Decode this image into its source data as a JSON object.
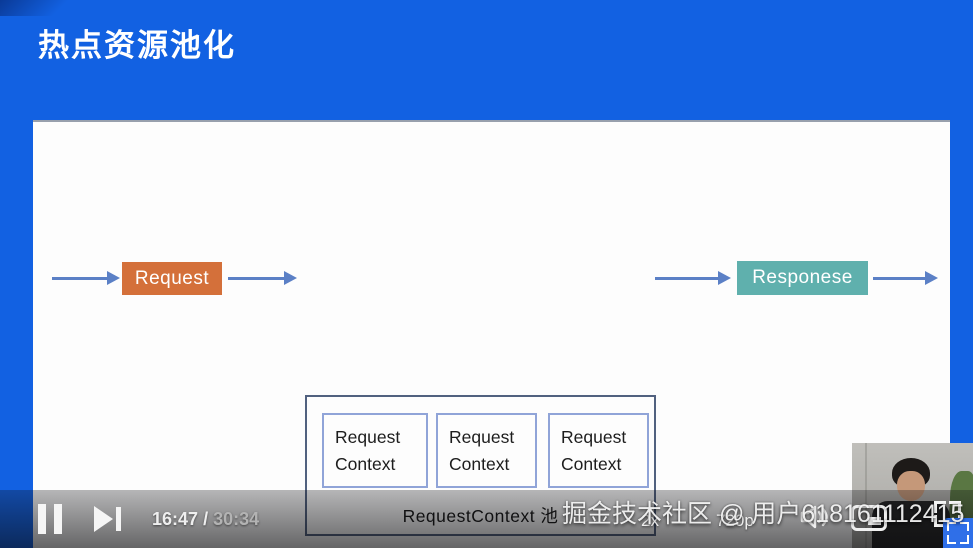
{
  "title": "热点资源池化",
  "diagram": {
    "request_label": "Request",
    "response_label": "Responese",
    "pool_items": [
      "Request Context",
      "Request Context",
      "Request Context"
    ],
    "pool_label": "RequestContext 池"
  },
  "player": {
    "current_time": "16:47",
    "time_separator": "/",
    "duration": "30:34",
    "speed": "2x",
    "quality": "720p"
  },
  "watermark": "掘金技术社区 @ 用户618161112415",
  "icons": {
    "pause": "pause-icon",
    "next": "next-track-icon",
    "volume": "volume-icon",
    "pip": "picture-in-picture-icon",
    "fullscreen": "fullscreen-icon",
    "web_fullscreen": "web-fullscreen-badge"
  },
  "colors": {
    "bg-blue": "#1261e2",
    "request-orange": "#d4703a",
    "response-teal": "#5fb0ad",
    "arrow-blue": "#5b80c6",
    "pool-border": "#51617f",
    "ctx-border": "#90a4d8"
  }
}
